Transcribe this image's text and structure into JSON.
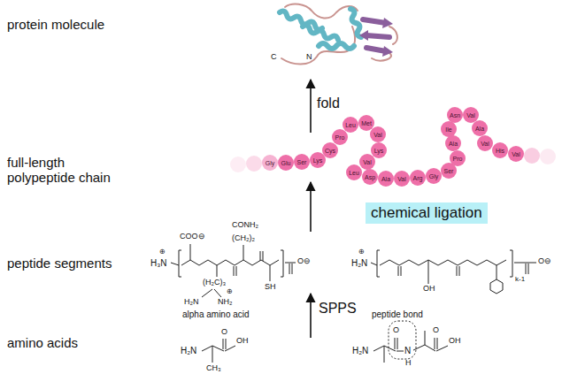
{
  "diagram": {
    "nodes": [
      {
        "text": [
          "Gly"
        ]
      },
      {
        "text": [
          "Glu"
        ]
      },
      {
        "text": [
          "Ser"
        ]
      },
      {
        "text": [
          "Lys"
        ]
      },
      {
        "text": [
          "Cys"
        ]
      },
      {
        "text": [
          "Pro"
        ]
      },
      {
        "text": [
          "Leu"
        ]
      },
      {
        "text": [
          "Met"
        ]
      },
      {
        "text": [
          "Val"
        ]
      },
      {
        "text": [
          "Lys"
        ]
      },
      {
        "text": [
          "Val"
        ]
      },
      {
        "text": [
          "Leu"
        ]
      },
      {
        "text": [
          "Asp"
        ]
      },
      {
        "text": [
          "Ala"
        ]
      },
      {
        "text": [
          "Val"
        ]
      },
      {
        "text": [
          "Arg"
        ]
      },
      {
        "text": [
          "Gly"
        ]
      },
      {
        "text": [
          "Ser"
        ]
      },
      {
        "text": [
          "Pro"
        ]
      },
      {
        "text": [
          "Ala"
        ]
      },
      {
        "text": [
          "Ile"
        ]
      },
      {
        "text": [
          "Asn"
        ]
      },
      {
        "text": [
          "Val"
        ]
      },
      {
        "text": [
          "Ala"
        ]
      },
      {
        "text": [
          "Val"
        ]
      },
      {
        "text": [
          "His"
        ]
      },
      {
        "text": [
          "Val"
        ]
      },
      {
        "text": [
          "chemical ligation"
        ]
      }
    ],
    "labels": [
      "protein molecule",
      "C",
      "N",
      "fold",
      "full-length polypeptide chain",
      "peptide segments",
      "SPPS",
      "amino acids",
      "alpha amino acid",
      "peptide bond",
      "⊕",
      "H₃N",
      "COO⊖",
      "CONH₂",
      "(CH₂)₂",
      "(H₂C)₃",
      "⊕",
      "H₂N",
      "NH₂",
      "SH",
      "O⊖",
      "⊕",
      "H₂N",
      "OH",
      "k-1",
      "O⊖",
      "H₂N",
      "O",
      "OH",
      "CH₃",
      "H₂N",
      "O",
      "N",
      "H",
      "O",
      "OH"
    ]
  }
}
